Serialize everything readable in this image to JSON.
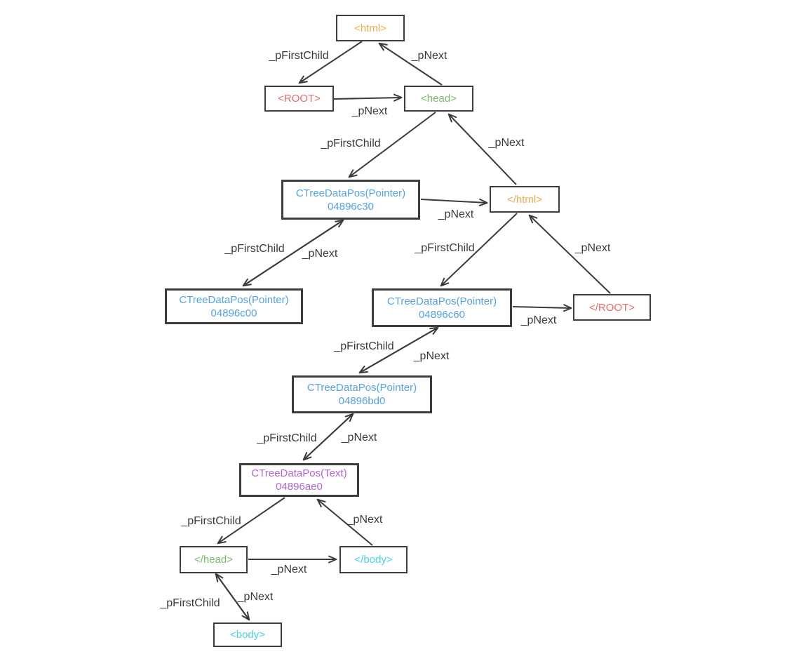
{
  "diagram": {
    "type": "tree-structure-diagram",
    "style": {
      "background": "#ffffff",
      "node_border": "#3e3e3e",
      "line_color": "#3b3b3b",
      "label_color": "#3a3a3a"
    },
    "nodes": [
      {
        "id": "html-open",
        "label": "<html>",
        "color": "#F6A94F"
      },
      {
        "id": "root-open",
        "label": "<ROOT>",
        "color": "#E56C6C"
      },
      {
        "id": "head-open",
        "label": "<head>",
        "color": "#79BB6B"
      },
      {
        "id": "ctp-c30",
        "label": "CTreeDataPos(Pointer)",
        "sublabel": "04896c30",
        "color": "#55A2E9"
      },
      {
        "id": "html-close",
        "label": "</html>",
        "color": "#F6A94F"
      },
      {
        "id": "ctp-c00",
        "label": "CTreeDataPos(Pointer)",
        "sublabel": "04896c00",
        "color": "#55A2E9"
      },
      {
        "id": "ctp-c60",
        "label": "CTreeDataPos(Pointer)",
        "sublabel": "04896c60",
        "color": "#55A2E9"
      },
      {
        "id": "root-close",
        "label": "</ROOT>",
        "color": "#E56C6C"
      },
      {
        "id": "ctp-bd0",
        "label": "CTreeDataPos(Pointer)",
        "sublabel": "04896bd0",
        "color": "#55A2E9"
      },
      {
        "id": "ctp-ae0",
        "label": "CTreeDataPos(Text)",
        "sublabel": "04896ae0",
        "color": "#B565D5"
      },
      {
        "id": "head-close",
        "label": "</head>",
        "color": "#79BB6B"
      },
      {
        "id": "body-close",
        "label": "</body>",
        "color": "#4AD2E5"
      },
      {
        "id": "body-open",
        "label": "<body>",
        "color": "#4AD2E5"
      }
    ],
    "edges": [
      {
        "from": "html-open",
        "to": "root-open",
        "label": "_pFirstChild"
      },
      {
        "from": "root-open",
        "to": "head-open",
        "label": "_pNext"
      },
      {
        "from": "head-open",
        "to": "html-open",
        "label": "_pNext"
      },
      {
        "from": "head-open",
        "to": "ctp-c30",
        "label": "_pFirstChild"
      },
      {
        "from": "html-close",
        "to": "head-open",
        "label": "_pNext"
      },
      {
        "from": "ctp-c30",
        "to": "html-close",
        "label": "_pNext"
      },
      {
        "from": "ctp-c30",
        "to": "ctp-c00",
        "label": "_pFirstChild"
      },
      {
        "from": "ctp-c00",
        "to": "ctp-c30",
        "label": "_pNext"
      },
      {
        "from": "html-close",
        "to": "ctp-c60",
        "label": "_pFirstChild"
      },
      {
        "from": "root-close",
        "to": "html-close",
        "label": "_pNext"
      },
      {
        "from": "ctp-c60",
        "to": "root-close",
        "label": "_pNext"
      },
      {
        "from": "ctp-c60",
        "to": "ctp-bd0",
        "label": "_pFirstChild"
      },
      {
        "from": "ctp-bd0",
        "to": "ctp-c60",
        "label": "_pNext"
      },
      {
        "from": "ctp-bd0",
        "to": "ctp-ae0",
        "label": "_pFirstChild"
      },
      {
        "from": "ctp-ae0",
        "to": "ctp-bd0",
        "label": "_pNext"
      },
      {
        "from": "ctp-ae0",
        "to": "head-close",
        "label": "_pFirstChild"
      },
      {
        "from": "body-close",
        "to": "ctp-ae0",
        "label": "_pNext"
      },
      {
        "from": "head-close",
        "to": "body-close",
        "label": "_pNext"
      },
      {
        "from": "head-close",
        "to": "body-open",
        "label": "_pFirstChild"
      },
      {
        "from": "body-open",
        "to": "head-close",
        "label": "_pNext"
      }
    ]
  }
}
